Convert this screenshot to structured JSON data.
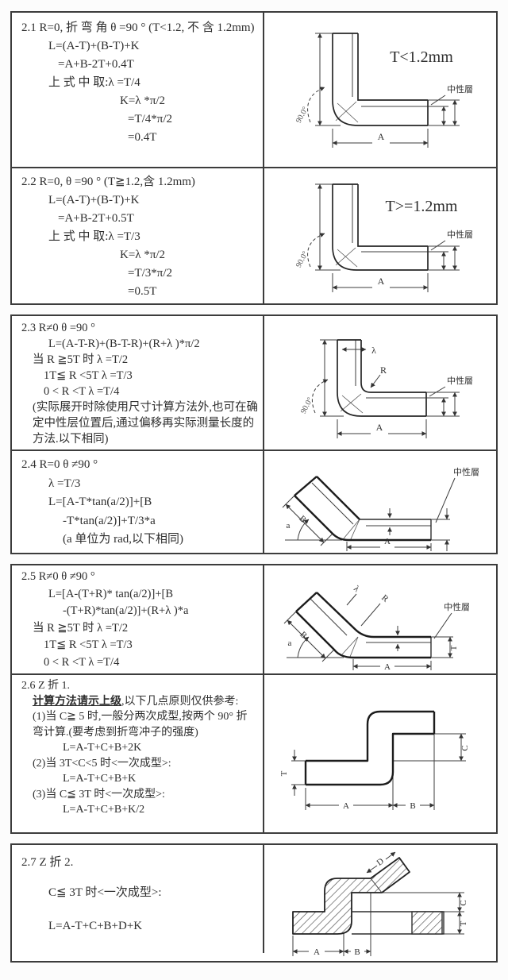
{
  "sections": [
    {
      "num": "2.1",
      "lines": [
        "2.1  R=0, 折 弯 角 θ  =90 °  (T<1.2, 不 含 1.2mm)",
        "L=(A-T)+(B-T)+K",
        "=A+B-2T+0.4T",
        "上 式 中 取:λ  =T/4",
        "K=λ  *π/2",
        "=T/4*π/2",
        "=0.4T"
      ]
    },
    {
      "num": "2.2",
      "lines": [
        "2.2 R=0,  θ  =90 °      (T≧1.2,含 1.2mm)",
        "L=(A-T)+(B-T)+K",
        "=A+B-2T+0.5T",
        "上 式 中 取:λ  =T/3",
        "K=λ  *π/2",
        "=T/3*π/2",
        "=0.5T"
      ]
    },
    {
      "num": "2.3",
      "lines": [
        "2.3 R≠0      θ  =90 °",
        "L=(A-T-R)+(B-T-R)+(R+λ )*π/2",
        "当 R ≧5T 时      λ  =T/2",
        "1T≦  R <5T    λ  =T/3",
        "0 < R <T      λ  =T/4",
        "(实际展开时除使用尺寸计算方法外,也可在确定中性层位置后,通过偏移再实际测量长度的方法.以下相同)"
      ]
    },
    {
      "num": "2.4",
      "lines": [
        "2.4 R=0      θ  ≠90 °",
        "λ  =T/3",
        "L=[A-T*tan(a/2)]+[B",
        "-T*tan(a/2)]+T/3*a",
        "(a 单位为 rad,以下相同)"
      ]
    },
    {
      "num": "2.5",
      "lines": [
        "2.5 R≠0      θ  ≠90 °",
        "L=[A-(T+R)* tan(a/2)]+[B",
        "-(T+R)*tan(a/2)]+(R+λ )*a",
        "当 R ≧5T 时      λ  =T/2",
        "1T≦  R <5T    λ  =T/3",
        "0 < R <T     λ  =T/4"
      ]
    },
    {
      "num": "2.6",
      "heading": "2.6   Z 折 1.",
      "note_bold": "计算方法请示上级",
      "note_rest": ",以下几点原则仅供参考:",
      "items": [
        "(1)当 C≧ 5 时,一般分两次成型,按两个 90° 折弯计算.(要考虑到折弯冲子的强度)",
        "L=A-T+C+B+2K",
        "(2)当 3T<C<5 时<一次成型>:",
        "L=A-T+C+B+K",
        "(3)当 C≦ 3T 时<一次成型>:",
        "L=A-T+C+B+K/2"
      ]
    },
    {
      "num": "2.7",
      "lines": [
        "2.7    Z 折 2.",
        "C≦ 3T 时<一次成型>:",
        "L=A-T+C+B+D+K"
      ]
    }
  ],
  "diagrams": {
    "d1": {
      "title": "T<1.2mm",
      "angle": "90.0°",
      "dim_a": "A",
      "neutral": "中性層"
    },
    "d2": {
      "title": "T>=1.2mm",
      "angle": "90.0°",
      "dim_a": "A",
      "neutral": "中性層"
    },
    "d3": {
      "lambda": "λ",
      "radius": "R",
      "angle": "90.0°",
      "dim_a": "A",
      "neutral": "中性層"
    },
    "d4": {
      "neutral": "中性層",
      "dim_a": "A",
      "dim_b": "B",
      "angle_label": "a"
    },
    "d5": {
      "lambda": "λ",
      "radius": "R",
      "neutral": "中性層",
      "dim_a": "A",
      "dim_b": "B",
      "dim_t": "T",
      "angle_label": "a"
    },
    "d6": {
      "dim_a": "A",
      "dim_b": "B",
      "dim_c": "C",
      "dim_t": "T"
    },
    "d7": {
      "dim_a": "A",
      "dim_b": "B",
      "dim_c": "C",
      "dim_t": "T",
      "dim_d": "D"
    }
  }
}
